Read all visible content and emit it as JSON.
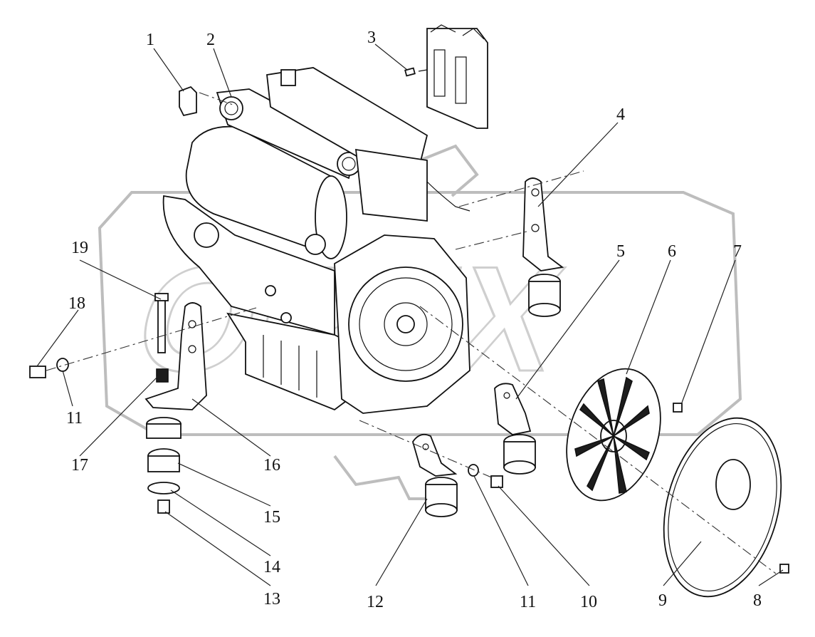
{
  "diagram": {
    "colors": {
      "line": "#111111",
      "watermark": "#bdbdbd",
      "background": "#ffffff"
    },
    "watermark_text": "OPEX",
    "callouts": [
      {
        "id": "c1",
        "label": "1"
      },
      {
        "id": "c2",
        "label": "2"
      },
      {
        "id": "c3",
        "label": "3"
      },
      {
        "id": "c4",
        "label": "4"
      },
      {
        "id": "c5",
        "label": "5"
      },
      {
        "id": "c6",
        "label": "6"
      },
      {
        "id": "c7",
        "label": "7"
      },
      {
        "id": "c8",
        "label": "8"
      },
      {
        "id": "c9",
        "label": "9"
      },
      {
        "id": "c10",
        "label": "10"
      },
      {
        "id": "c11a",
        "label": "11"
      },
      {
        "id": "c11b",
        "label": "11"
      },
      {
        "id": "c12",
        "label": "12"
      },
      {
        "id": "c13",
        "label": "13"
      },
      {
        "id": "c14",
        "label": "14"
      },
      {
        "id": "c15",
        "label": "15"
      },
      {
        "id": "c16",
        "label": "16"
      },
      {
        "id": "c17",
        "label": "17"
      },
      {
        "id": "c18",
        "label": "18"
      },
      {
        "id": "c19",
        "label": "19"
      }
    ]
  }
}
